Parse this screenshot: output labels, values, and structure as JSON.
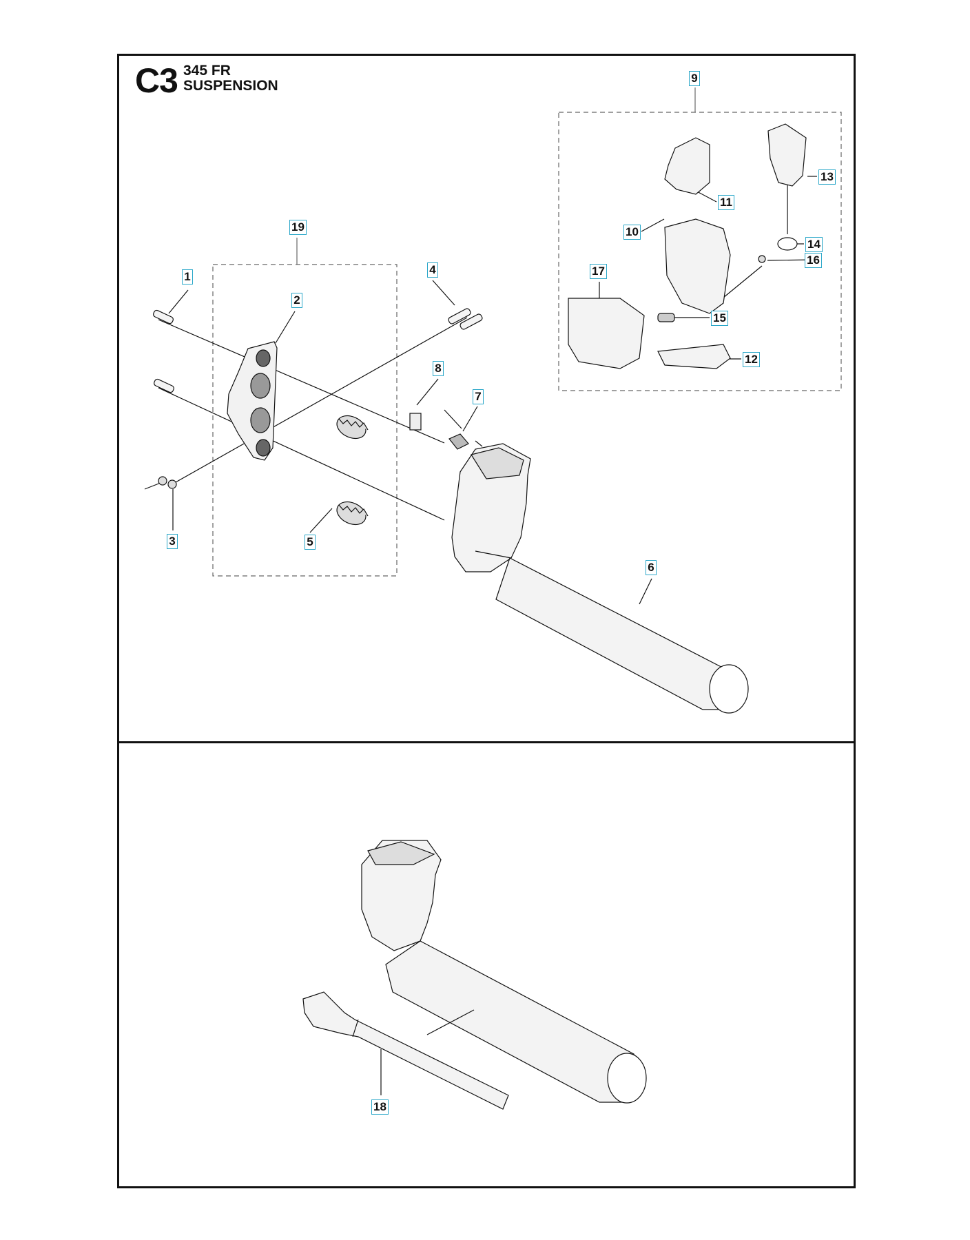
{
  "header": {
    "code": "C3",
    "model": "345 FR",
    "section_name": "SUSPENSION"
  },
  "callouts": [
    {
      "id": "c1",
      "label": "1"
    },
    {
      "id": "c2",
      "label": "2"
    },
    {
      "id": "c3",
      "label": "3"
    },
    {
      "id": "c4",
      "label": "4"
    },
    {
      "id": "c5",
      "label": "5"
    },
    {
      "id": "c6",
      "label": "6"
    },
    {
      "id": "c7",
      "label": "7"
    },
    {
      "id": "c8",
      "label": "8"
    },
    {
      "id": "c9",
      "label": "9"
    },
    {
      "id": "c10",
      "label": "10"
    },
    {
      "id": "c11",
      "label": "11"
    },
    {
      "id": "c12",
      "label": "12"
    },
    {
      "id": "c13",
      "label": "13"
    },
    {
      "id": "c14",
      "label": "14"
    },
    {
      "id": "c15",
      "label": "15"
    },
    {
      "id": "c16",
      "label": "16"
    },
    {
      "id": "c17",
      "label": "17"
    },
    {
      "id": "c18",
      "label": "18"
    },
    {
      "id": "c19",
      "label": "19"
    }
  ],
  "colors": {
    "callout_border": "#2aa7c9",
    "line": "#111111",
    "part_fill": "#f2f2f2",
    "part_dark": "#777777"
  }
}
